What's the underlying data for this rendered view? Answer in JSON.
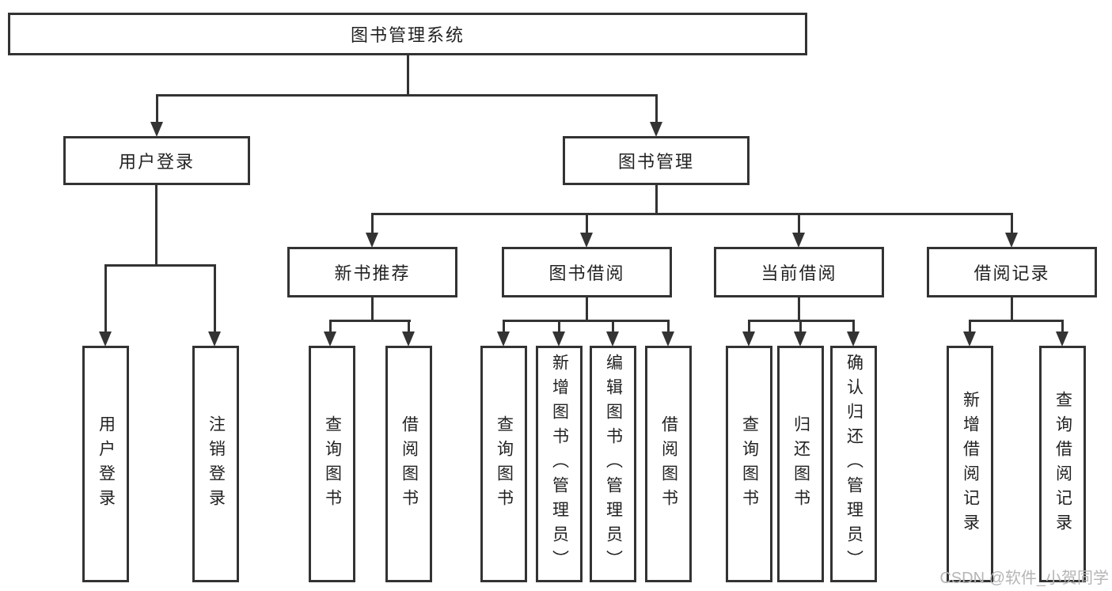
{
  "colors": {
    "line": "#333333",
    "text": "#222222",
    "background": "#ffffff",
    "watermark": "#b5b5b5"
  },
  "tree": {
    "root": {
      "label": "图书管理系统"
    },
    "level2": [
      {
        "label": "用户登录"
      },
      {
        "label": "图书管理"
      }
    ],
    "level3": [
      {
        "label": "新书推荐",
        "parent": "图书管理"
      },
      {
        "label": "图书借阅",
        "parent": "图书管理"
      },
      {
        "label": "当前借阅",
        "parent": "图书管理"
      },
      {
        "label": "借阅记录",
        "parent": "图书管理"
      }
    ],
    "leaves": [
      {
        "label": "用户登录",
        "parent": "用户登录"
      },
      {
        "label": "注销登录",
        "parent": "用户登录"
      },
      {
        "label": "查询图书",
        "parent": "新书推荐"
      },
      {
        "label": "借阅图书",
        "parent": "新书推荐"
      },
      {
        "label": "查询图书",
        "parent": "图书借阅"
      },
      {
        "label": "新增图书（管理员）",
        "parent": "图书借阅"
      },
      {
        "label": "编辑图书（管理员）",
        "parent": "图书借阅"
      },
      {
        "label": "借阅图书",
        "parent": "图书借阅"
      },
      {
        "label": "查询图书",
        "parent": "当前借阅"
      },
      {
        "label": "归还图书",
        "parent": "当前借阅"
      },
      {
        "label": "确认归还（管理员）",
        "parent": "当前借阅"
      },
      {
        "label": "新增借阅记录",
        "parent": "借阅记录"
      },
      {
        "label": "查询借阅记录",
        "parent": "借阅记录"
      }
    ]
  },
  "watermark": {
    "text": "CSDN @软件_小贺同学"
  }
}
